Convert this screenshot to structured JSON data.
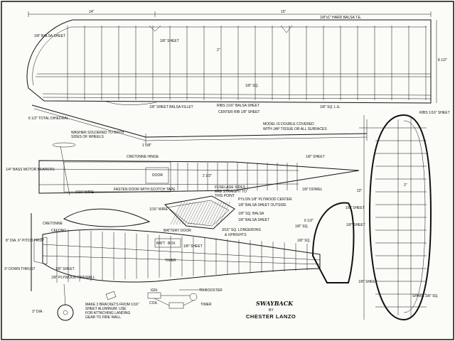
{
  "title": "SWAYBACK",
  "by": "BY",
  "author": "CHESTER LANZO",
  "dims": {
    "wing_span_a": "14\"",
    "wing_span_b": "15\"",
    "wing_chord": "8 1/2\"",
    "wing_mid": "2\"",
    "dihedral_right": "1 5/8\"",
    "stab_span": "22\"",
    "stab_mid": "2\"",
    "fuse_depth": "2 1/2\"",
    "rudder_h": "6 1/2\""
  },
  "labels": {
    "hard_balsa_te": "1/8\"x1\" HARD BALSA T.E.",
    "balsa_sheet_top": "1/8\" BALSA SHEET",
    "sheet_a": "1/8\" SHEET",
    "sq_a": "1/8\" SQ.",
    "sheet_balsa_fillet": "1/8\" SHEET BALSA FILLET",
    "ribs_balsa_sheet": "RIBS 1/16\" BALSA SHEET",
    "center_rib": "CENTER RIB 1/8\" SHEET",
    "sq_le": "1/8\" SQ. L.E.",
    "total_dihedral": "6 1/2\" TOTAL DIHEDRAL",
    "model_is": "MODEL IS DOUBLE COVERED",
    "with_tissue": "WITH JAP TISSUE OR ALL SURFACES",
    "washer": "WASHER SOLDERED TO BOTH",
    "sides_wheels": "SIDES OF WHEELS",
    "cretonne_hinge": "CRETONNE HINGE",
    "sheet_b": "1/8\" SHEET",
    "bass_motor": "1/4\" BASS MOTOR BEARERS",
    "wire_a": "1/16\" WIRE",
    "door": "DOOR",
    "fasten_door": "FASTEN DOOR WITH SCOTCH TAPE",
    "fuselage_sides": "FUSELAGE SIDES",
    "are_straight": "ARE STRAIGHT TO",
    "this_point": "THIS POINT",
    "dowel": "1/8\" DOWEL",
    "ribs_sheet_stab": "RIBS 1/16\" SHEET",
    "pylon": "PYLON 1/8\" PLYWOOD CENTER",
    "balsa_outside": "1/8\" BALSA SHEET OUTSIDE",
    "sq_balsa": "1/8\" SQ. BALSA",
    "balsa_sheet_b": "1/8\" BALSA SHEET",
    "wire_b": "1/16\" WIRE",
    "cretonne": "CRETONNE",
    "celong": "CELONG",
    "battery_door": "BATTERY DOOR",
    "sheet_c": "1/8\" SHEET",
    "longerons": "3/16\" SQ. LONGERONS",
    "uprights": "& UPRIGHTS",
    "sq_b": "1/8\" SQ.",
    "sheet_d": "1/8\" SHEET",
    "prop": "8\" DIA. 6\" PITCH PROP",
    "down_thrust": "3° DOWN THRUST",
    "plywood_firewall": "1/8\" PLYWOOD FIREWALL",
    "sheet_e": "1/8\" SHEET",
    "batt": "BATT",
    "box": "BOX",
    "timer": "TIMER",
    "coil": "COIL",
    "to_booster": "TO BOOSTER",
    "ign": "IGN.",
    "timer_b": "TIMER",
    "make_brackets": "MAKE 3 BRACKETS FROM 1/16\"",
    "sheet_aluminum": "SHEET ALUMINUM. USE",
    "for_attaching": "FOR ATTACHING LANDING",
    "gear_firewall": "GEAR TO FIRE WALL.",
    "wheel_dia": "3\" DIA.",
    "spars": "SPARS 1/8\" SQ.",
    "sheet_stab": "1/8\" SHEET",
    "sq_stab": "1/8\" SQ.",
    "sheet_rud": "1/8\" SHEET"
  }
}
